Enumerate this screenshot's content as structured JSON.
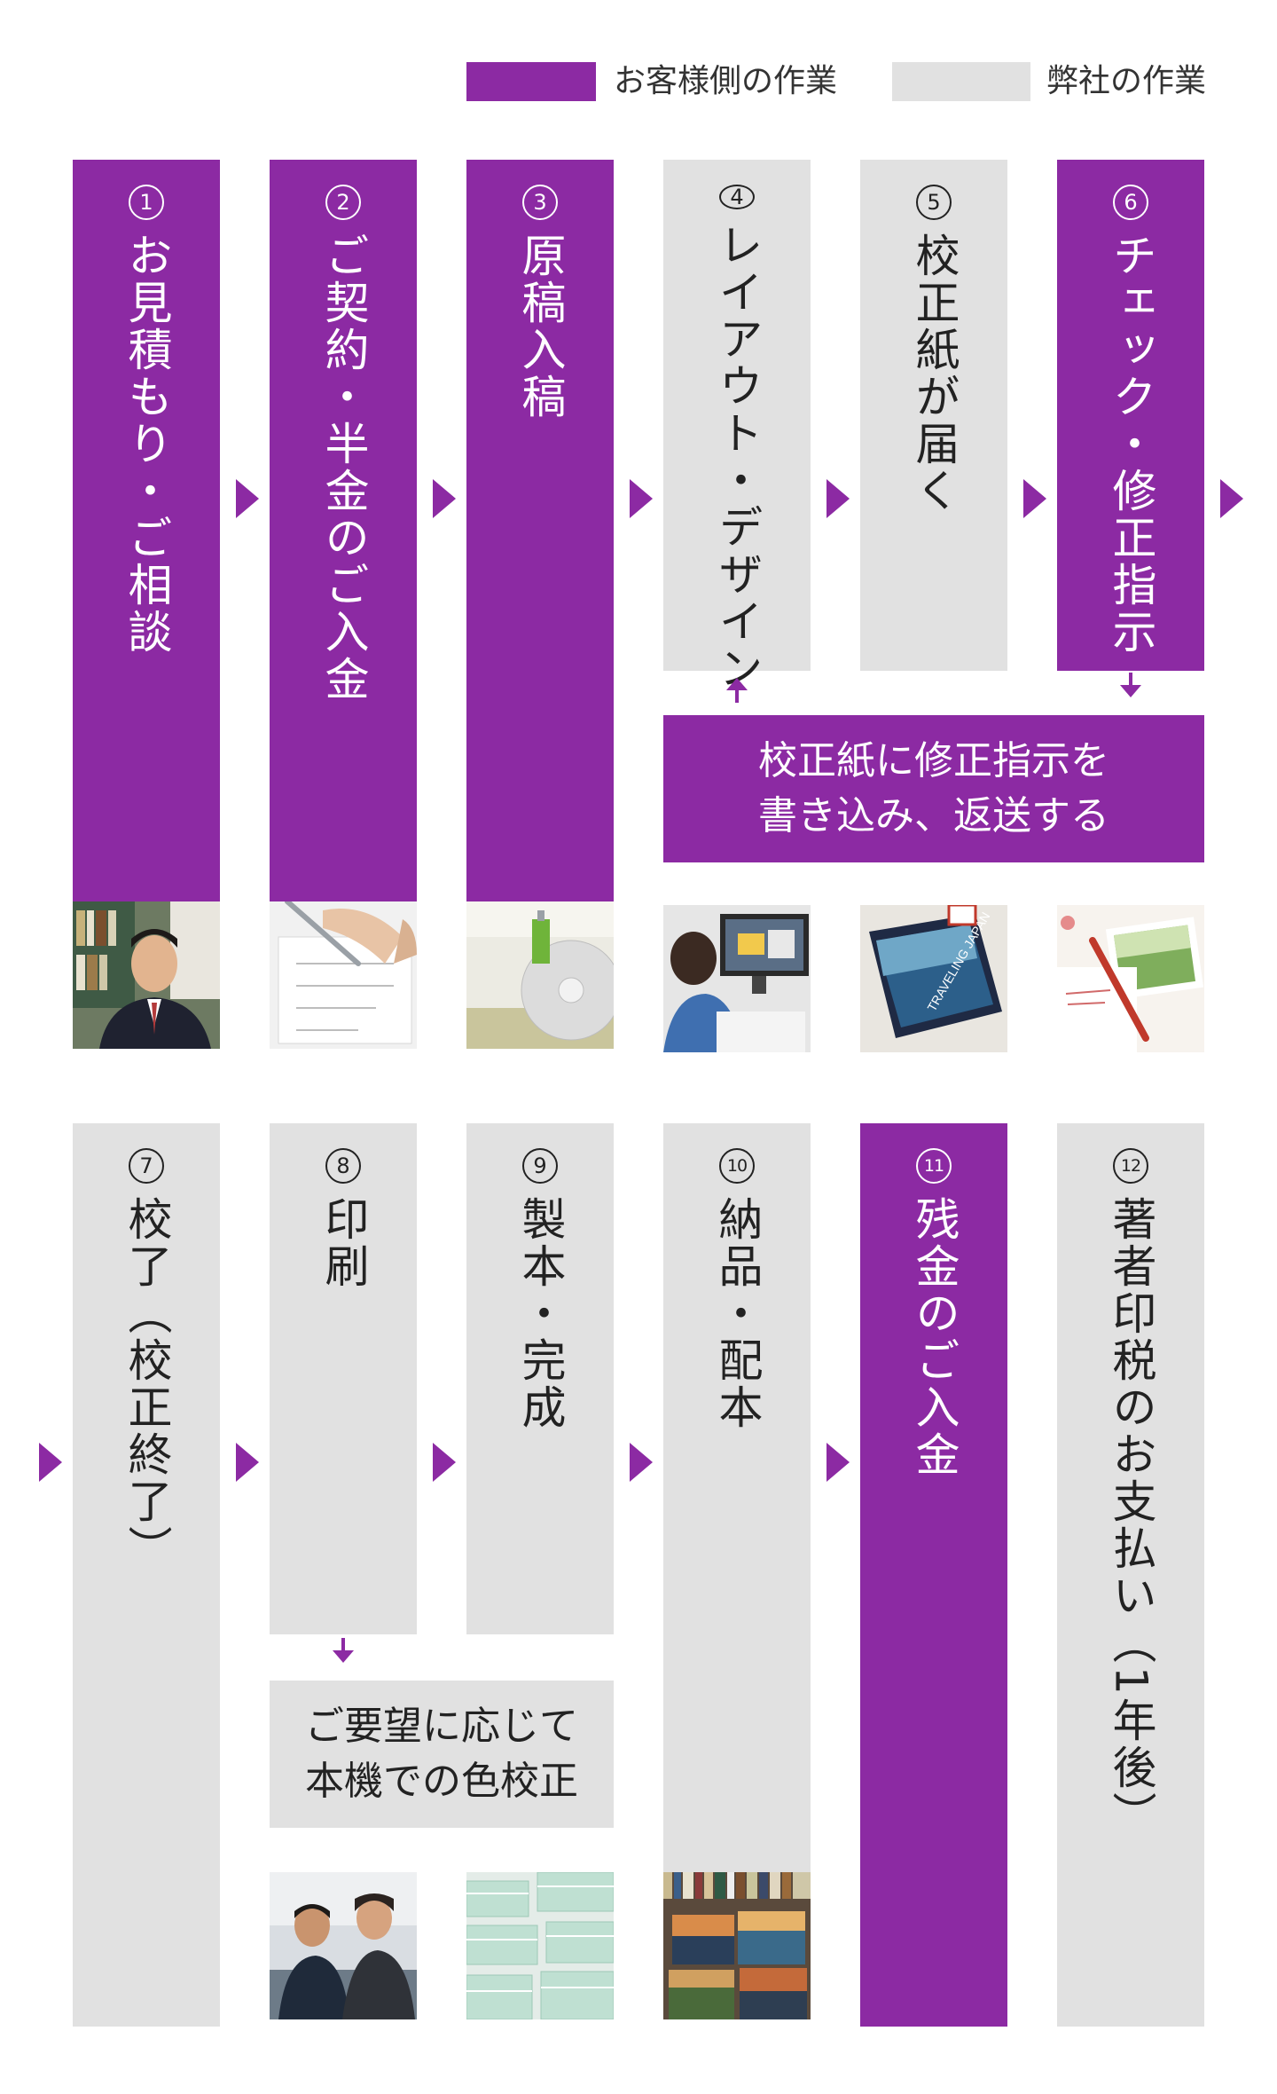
{
  "legend": {
    "client_label": "お客様側の作業",
    "company_label": "弊社の作業",
    "client_color": "#8c2aa3",
    "company_color": "#e1e1e1"
  },
  "steps": [
    {
      "num": "1",
      "label": "お見積もり・ご相談",
      "owner": "client"
    },
    {
      "num": "2",
      "label": "ご契約・半金のご入金",
      "owner": "client"
    },
    {
      "num": "3",
      "label": "原稿入稿",
      "owner": "client"
    },
    {
      "num": "4",
      "label": "レイアウト・デザイン",
      "owner": "company"
    },
    {
      "num": "5",
      "label": "校正紙が届く",
      "owner": "company"
    },
    {
      "num": "6",
      "label": "チェック・修正指示",
      "owner": "client"
    },
    {
      "num": "7",
      "label": "校了（校正終了）",
      "owner": "company"
    },
    {
      "num": "8",
      "label": "印刷",
      "owner": "company"
    },
    {
      "num": "9",
      "label": "製本・完成",
      "owner": "company"
    },
    {
      "num": "10",
      "label": "納品・配本",
      "owner": "company"
    },
    {
      "num": "11",
      "label": "残金のご入金",
      "owner": "client"
    },
    {
      "num": "12",
      "label": "著者印税のお支払い（1年後）",
      "owner": "company"
    }
  ],
  "notes": {
    "revision_line1": "校正紙に修正指示を",
    "revision_line2": "書き込み、返送する",
    "color_proof_line1": "ご要望に応じて",
    "color_proof_line2": "本機での色校正"
  },
  "photo_book_title": "TRAVELING JAPAN"
}
